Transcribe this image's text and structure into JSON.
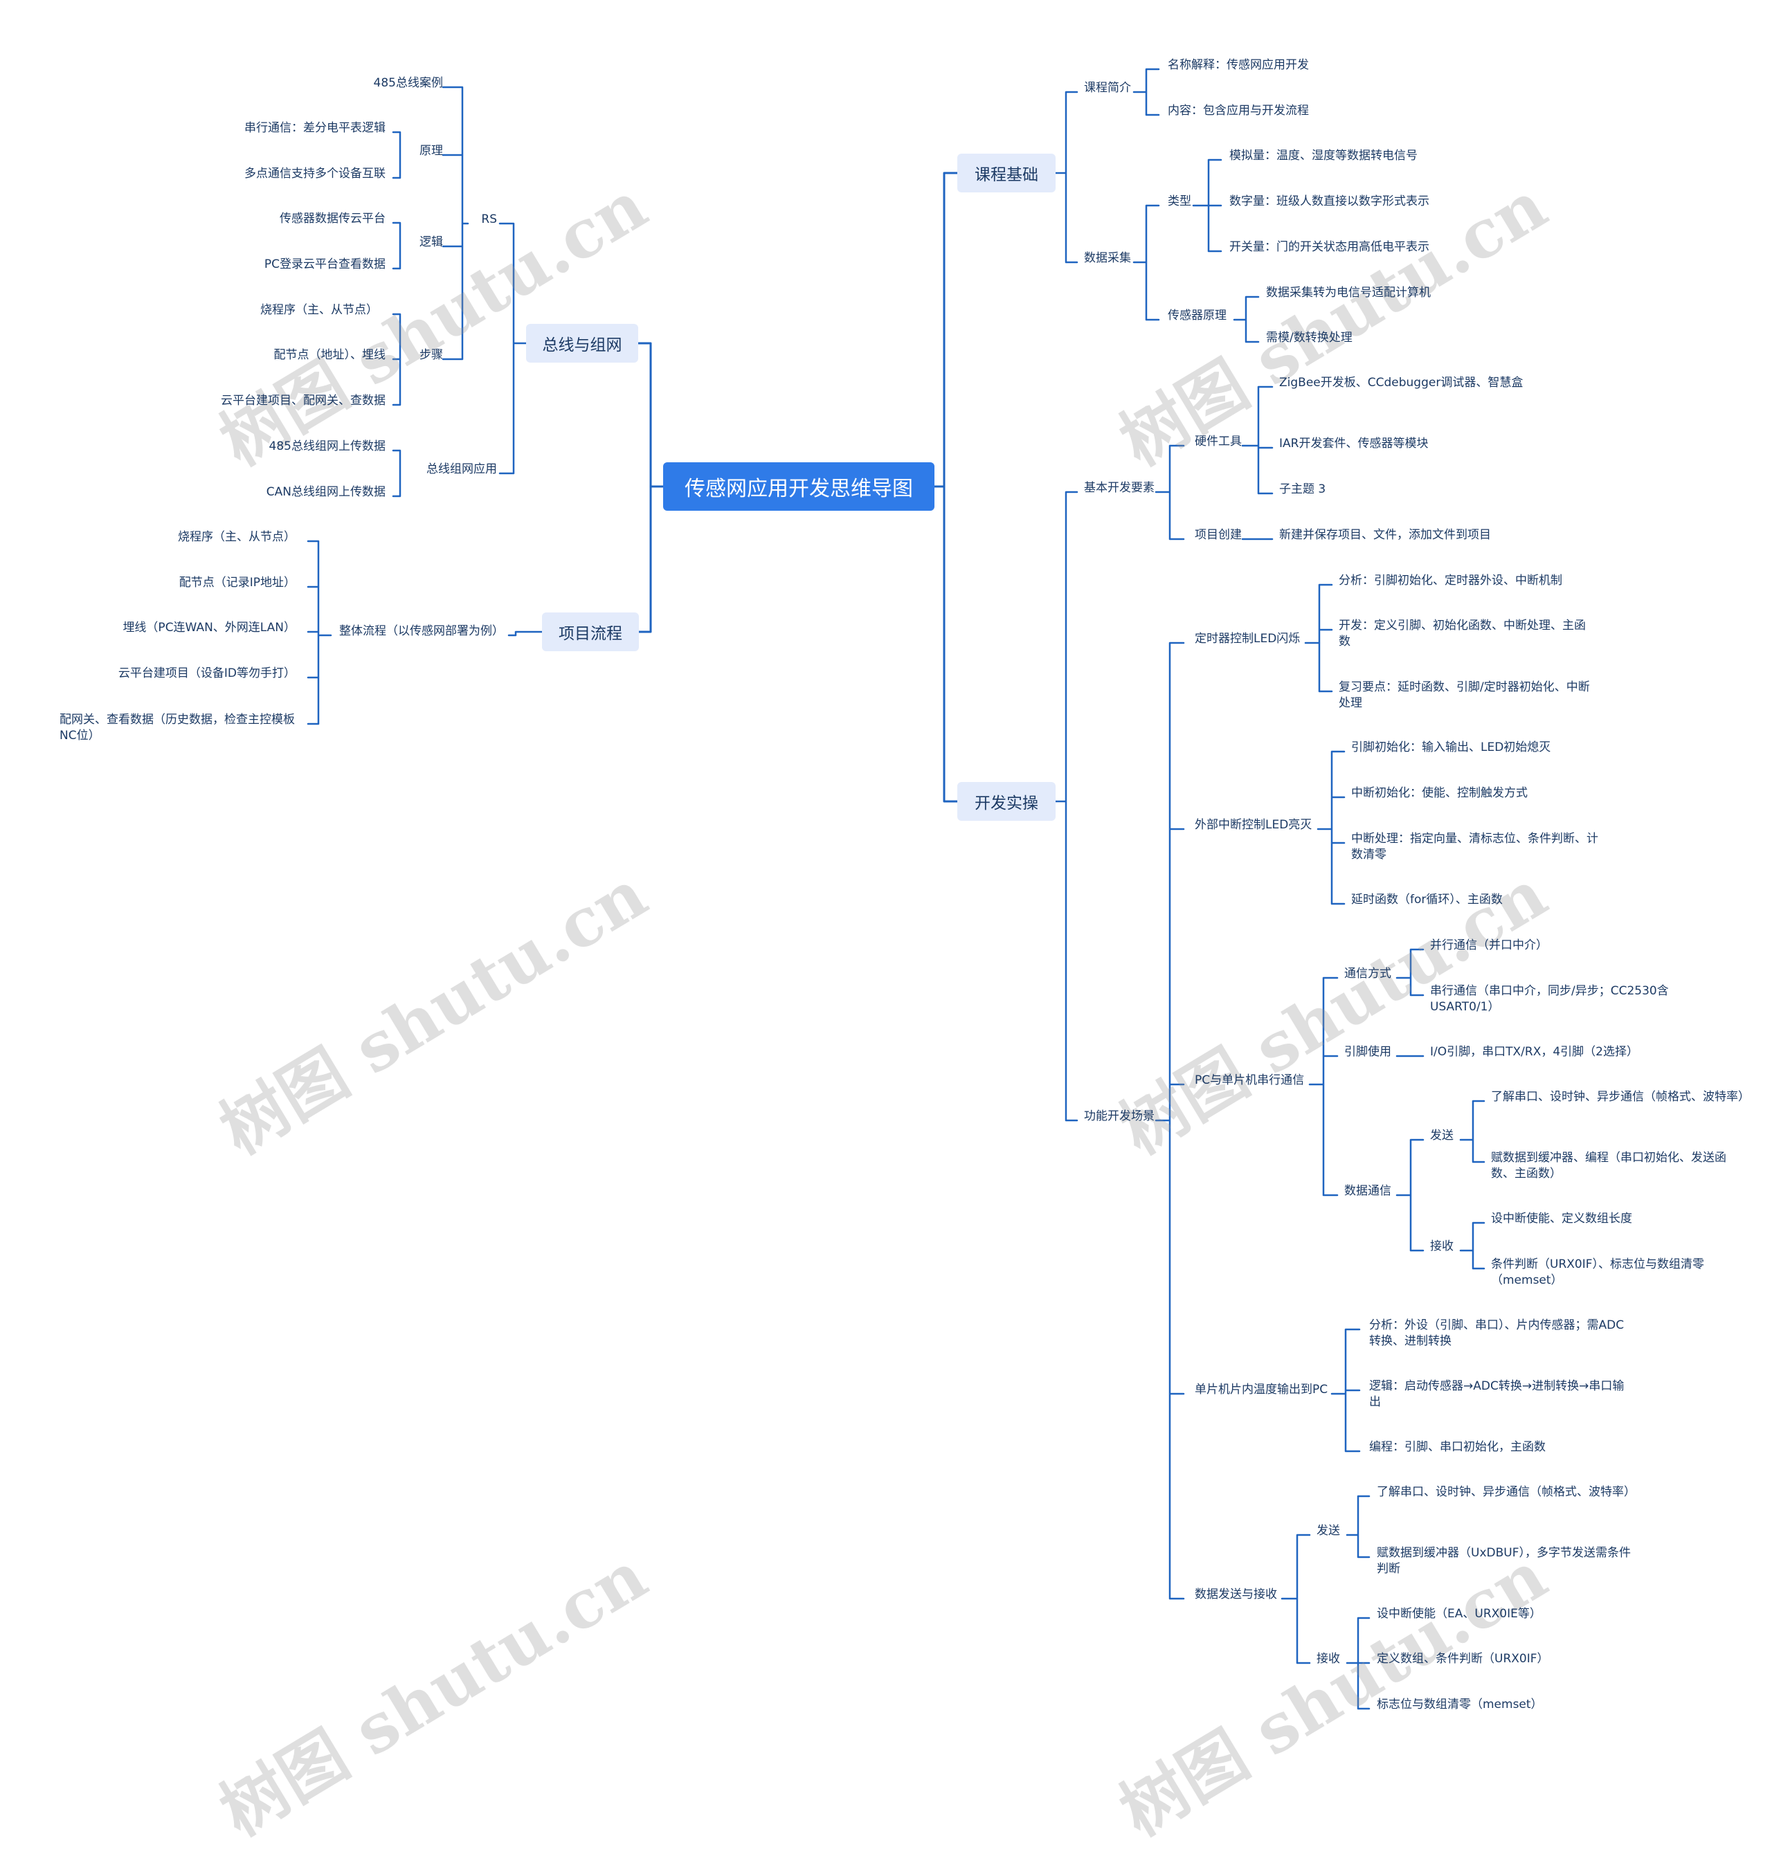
{
  "theme": {
    "line_color": "#1f64c0",
    "root_color": "#2f7be8",
    "topic_color": "#e3ebfb",
    "text_color": "#1c3a64"
  },
  "watermark": "树图 shutu.cn",
  "root": "传感网应用开发思维导图",
  "left": {
    "bus": {
      "label": "总线与组网",
      "rs": {
        "label": "RS",
        "case485": "485总线案例",
        "principle": {
          "label": "原理",
          "items": [
            "串行通信：差分电平表逻辑",
            "多点通信支持多个设备互联"
          ]
        },
        "logic": {
          "label": "逻辑",
          "items": [
            "传感器数据传云平台",
            "PC登录云平台查看数据"
          ]
        },
        "steps": {
          "label": "步骤",
          "items": [
            "烧程序（主、从节点）",
            "配节点（地址）、埋线",
            "云平台建项目、配网关、查数据"
          ]
        }
      },
      "app": {
        "label": "总线组网应用",
        "items": [
          "485总线组网上传数据",
          "CAN总线组网上传数据"
        ]
      }
    },
    "project": {
      "label": "项目流程",
      "overall": {
        "label": "整体流程（以传感网部署为例）",
        "items": [
          "烧程序（主、从节点）",
          "配节点（记录IP地址）",
          "埋线（PC连WAN、外网连LAN）",
          "云平台建项目（设备ID等勿手打）",
          "配网关、查看数据（历史数据，检查主控模板NC位）"
        ]
      }
    }
  },
  "right": {
    "course": {
      "label": "课程基础",
      "intro": {
        "label": "课程简介",
        "items": [
          "名称解释：传感网应用开发",
          "内容：包含应用与开发流程"
        ]
      },
      "collect": {
        "label": "数据采集",
        "types": {
          "label": "类型",
          "items": [
            "模拟量：温度、湿度等数据转电信号",
            "数字量：班级人数直接以数字形式表示",
            "开关量：门的开关状态用高低电平表示"
          ]
        },
        "sensor": {
          "label": "传感器原理",
          "items": [
            "数据采集转为电信号适配计算机",
            "需模/数转换处理"
          ]
        }
      }
    },
    "dev": {
      "label": "开发实操",
      "basic": {
        "label": "基本开发要素",
        "hw": {
          "label": "硬件工具",
          "items": [
            "ZigBee开发板、CCdebugger调试器、智慧盒",
            "IAR开发套件、传感器等模块",
            "子主题 3"
          ]
        },
        "create": {
          "label": "项目创建",
          "item": "新建并保存项目、文件，添加文件到项目"
        }
      },
      "func": {
        "label": "功能开发场景",
        "timer": {
          "label": "定时器控制LED闪烁",
          "items": [
            "分析：引脚初始化、定时器外设、中断机制",
            "开发：定义引脚、初始化函数、中断处理、主函数",
            "复习要点：延时函数、引脚/定时器初始化、中断处理"
          ]
        },
        "ext": {
          "label": "外部中断控制LED亮灭",
          "items": [
            "引脚初始化：输入输出、LED初始熄灭",
            "中断初始化：使能、控制触发方式",
            "中断处理：指定向量、清标志位、条件判断、计数清零",
            "延时函数（for循环）、主函数"
          ]
        },
        "serial": {
          "label": "PC与单片机串行通信",
          "mode": {
            "label": "通信方式",
            "items": [
              "并行通信（并口中介）",
              "串行通信（串口中介，同步/异步；CC2530含USART0/1）"
            ]
          },
          "pins": {
            "label": "引脚使用",
            "item": "I/O引脚，串口TX/RX，4引脚（2选择）"
          },
          "data": {
            "label": "数据通信",
            "send": {
              "label": "发送",
              "items": [
                "了解串口、设时钟、异步通信（帧格式、波特率）",
                "赋数据到缓冲器、编程（串口初始化、发送函数、主函数）"
              ]
            },
            "recv": {
              "label": "接收",
              "items": [
                "设中断使能、定义数组长度",
                "条件判断（URX0IF）、标志位与数组清零（memset）"
              ]
            }
          }
        },
        "temp": {
          "label": "单片机片内温度输出到PC",
          "items": [
            "分析：外设（引脚、串口）、片内传感器；需ADC转换、进制转换",
            "逻辑：启动传感器→ADC转换→进制转换→串口输出",
            "编程：引脚、串口初始化，主函数"
          ]
        },
        "txrx": {
          "label": "数据发送与接收",
          "send": {
            "label": "发送",
            "items": [
              "了解串口、设时钟、异步通信（帧格式、波特率）",
              "赋数据到缓冲器（UxDBUF），多字节发送需条件判断"
            ]
          },
          "recv": {
            "label": "接收",
            "items": [
              "设中断使能（EA、URX0IE等）",
              "定义数组、条件判断（URX0IF）",
              "标志位与数组清零（memset）"
            ]
          }
        }
      }
    }
  }
}
